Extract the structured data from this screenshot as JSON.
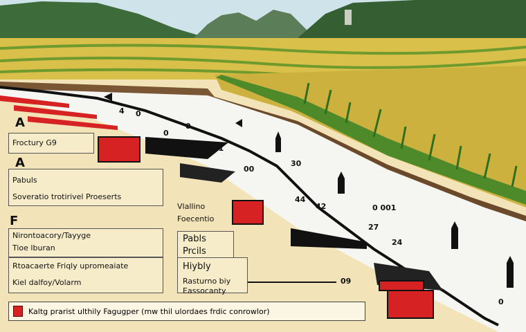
{
  "colors": {
    "sky": "#cfe3ea",
    "mountain": "#3e6b3a",
    "field_yellow": "#d8c04a",
    "field_green": "#6f9a2e",
    "panel": "#f2e3b8",
    "soil": "#6b4a2c",
    "accent_red": "#d62222"
  },
  "labels": {
    "a1": "A",
    "row1": "Froctury G9",
    "a2": "A",
    "row2a": "Pabuls",
    "row2b": "Soveratio trotirivel Proeserts",
    "f": "F",
    "row3a": "Nirontoacory/Tayyge",
    "row3b": "Tioe lburan",
    "row4a": "Rtoacaerte Friqly upromeaiate",
    "row4b": "Kiel dalfoy/Volarm",
    "mid1": "Vlallino",
    "mid2": "Foecentio",
    "side1": "Pabls",
    "side2": "Prcils",
    "side3": "Hiybly",
    "side4a": "Rasturno biy",
    "side4b": "Eassocanty"
  },
  "numbers": {
    "n1": "4",
    "n2": "0",
    "n3": "0",
    "n4": "0",
    "n5": "01",
    "n6": "00",
    "n7": "30",
    "n8": "44",
    "n9": "42",
    "n10": "0 001",
    "n11": "27",
    "n12": "24",
    "n13": "09",
    "n14": "0"
  },
  "legend": {
    "text": "Kaltg prarist ulthily Fagugper (mw thil ulordaes frdic conrowlor)"
  }
}
